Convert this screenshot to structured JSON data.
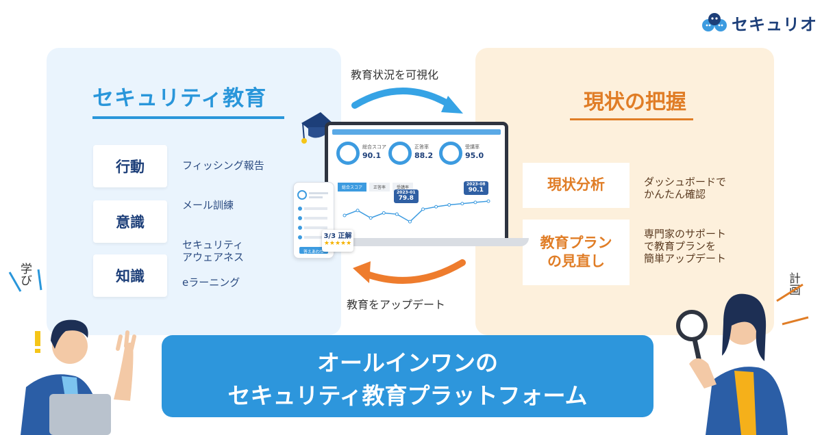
{
  "brand": {
    "name": "セキュリオ",
    "color": "#1d3f79"
  },
  "left_panel": {
    "title": "セキュリティ教育",
    "items": [
      {
        "label": "行動",
        "text": "フィッシング報告"
      },
      {
        "label": "意識",
        "text": "メール訓練"
      },
      {
        "label": "知識",
        "text_1": "セキュリティ",
        "text_2": "アウェアネス",
        "text_3": "eラーニング"
      }
    ]
  },
  "right_panel": {
    "title": "現状の把握",
    "items": [
      {
        "label": "現状分析",
        "text_1": "ダッシュボードで",
        "text_2": "かんたん確認"
      },
      {
        "label_1": "教育プラン",
        "label_2": "の見直し",
        "text_1": "専門家のサポート",
        "text_2": "で教育プランを",
        "text_3": "簡単アップデート"
      }
    ]
  },
  "arrows": {
    "top_label": "教育状況を可視化",
    "bottom_label": "教育をアップデート"
  },
  "dashboard": {
    "gauges": [
      {
        "label": "総合スコア",
        "value": "90.1",
        "unit": "%"
      },
      {
        "label": "正答率",
        "value": "88.2",
        "unit": "%"
      },
      {
        "label": "受講率",
        "value": "95.0",
        "unit": "%"
      }
    ],
    "tabs": [
      "総合スコア",
      "正答率",
      "受講率"
    ],
    "tooltips": [
      {
        "date": "2023-01",
        "value": "79.8",
        "unit": "%"
      },
      {
        "date": "2023-08",
        "value": "90.1",
        "unit": "%"
      }
    ],
    "line_values": [
      62,
      70,
      58,
      66,
      64,
      52,
      72,
      76,
      79,
      81,
      83,
      85
    ]
  },
  "phone": {
    "button": "答えあわせ"
  },
  "rating": {
    "text": "3/3 正解",
    "stars": "★★★★★"
  },
  "side_labels": {
    "left": "学び",
    "right": "計画"
  },
  "banner": {
    "line1": "オールインワンの",
    "line2": "セキュリティ教育プラットフォーム"
  },
  "colors": {
    "blue": "#2996da",
    "orange": "#e07d26",
    "navy": "#1d3f79",
    "banner": "#2d96dc"
  }
}
